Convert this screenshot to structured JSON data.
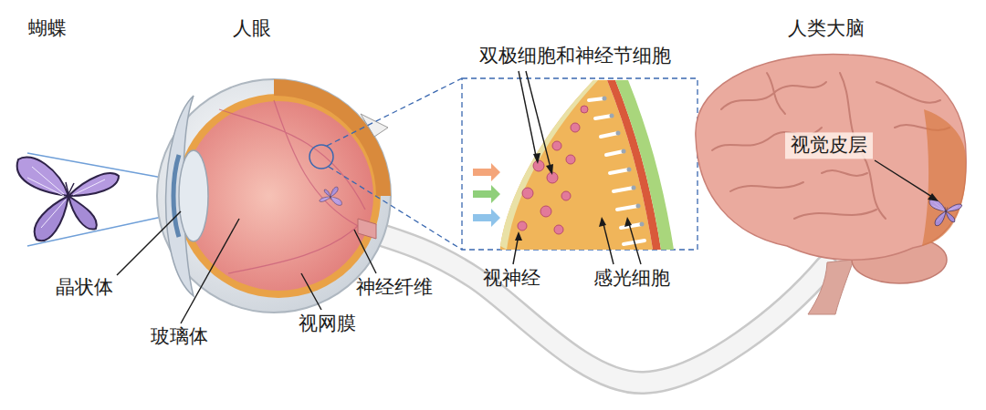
{
  "diagram": {
    "labels": [
      "蝴蝶",
      "人眼",
      "人类大脑",
      "双极细胞和神经节细胞",
      "视觉皮层",
      "晶状体",
      "玻璃体",
      "视网膜",
      "神经纤维",
      "视神经",
      "感光细胞"
    ]
  }
}
